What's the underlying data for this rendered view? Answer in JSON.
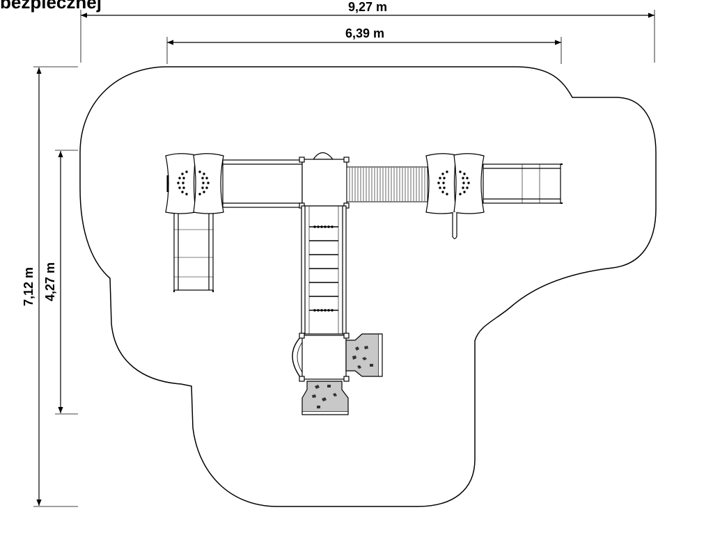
{
  "header": {
    "title_partial": "bezpiecznej"
  },
  "dimensions": {
    "total_width": "9,27 m",
    "structure_width": "6,39 m",
    "total_depth": "7,12 m",
    "structure_depth": "4,27 m"
  },
  "colors": {
    "line": "#000000",
    "fill": "#ffffff",
    "step_fill": "#c8c8c8"
  }
}
